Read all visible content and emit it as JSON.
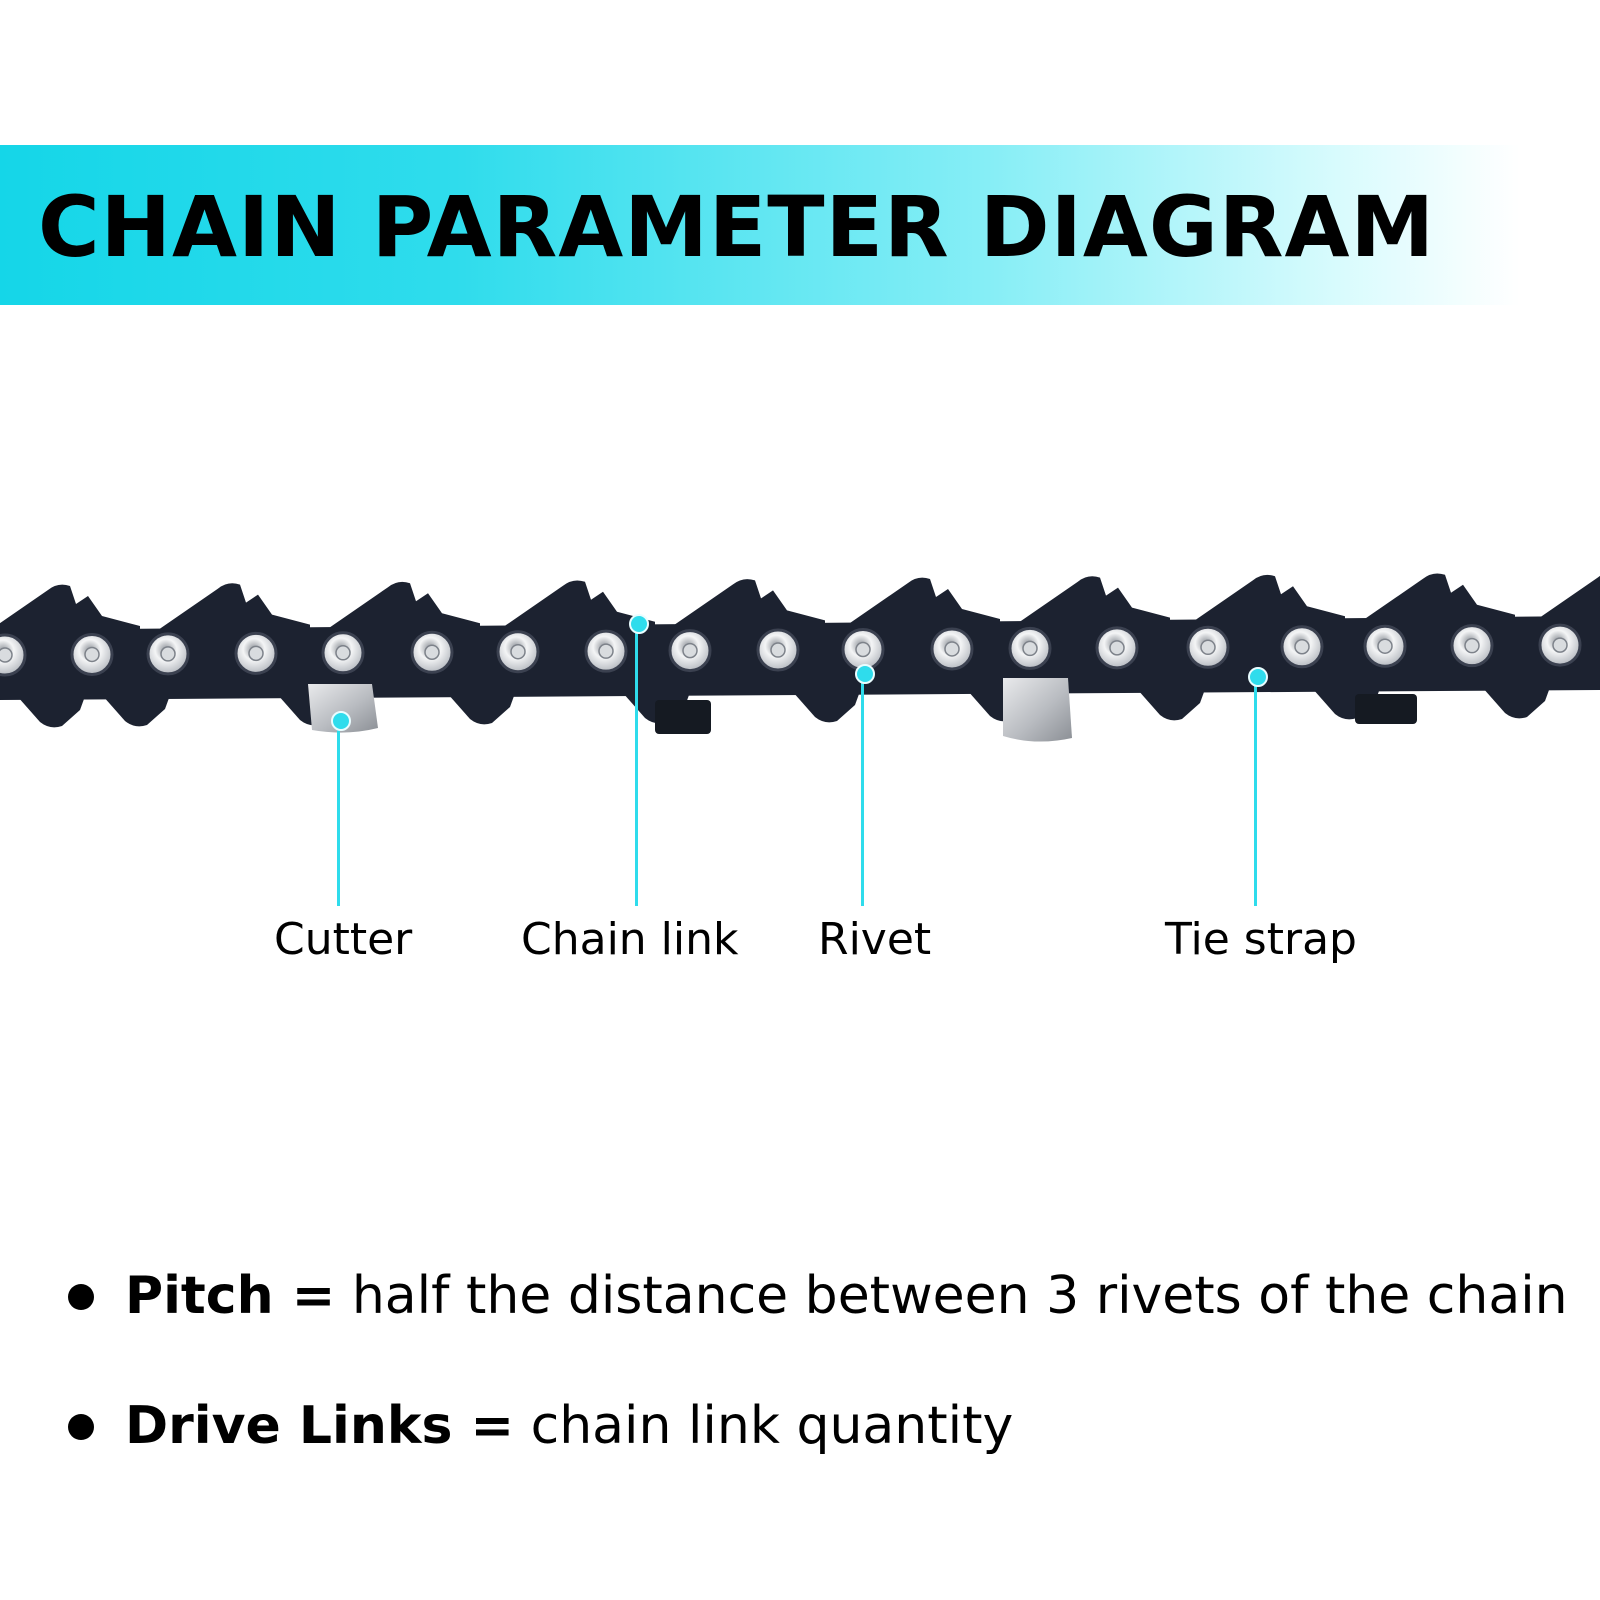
{
  "header": {
    "title": "CHAIN PARAMETER DIAGRAM"
  },
  "diagram": {
    "labels": {
      "cutter": "Cutter",
      "chain_link": "Chain link",
      "rivet": "Rivet",
      "tie_strap": "Tie strap"
    },
    "accent_color": "#2fdcec",
    "chain_color": "#1c2230"
  },
  "definitions": [
    {
      "term": "Pitch =",
      "text": "half the distance between 3 rivets of the chain"
    },
    {
      "term": "Drive Links =",
      "text": "chain link quantity"
    }
  ]
}
